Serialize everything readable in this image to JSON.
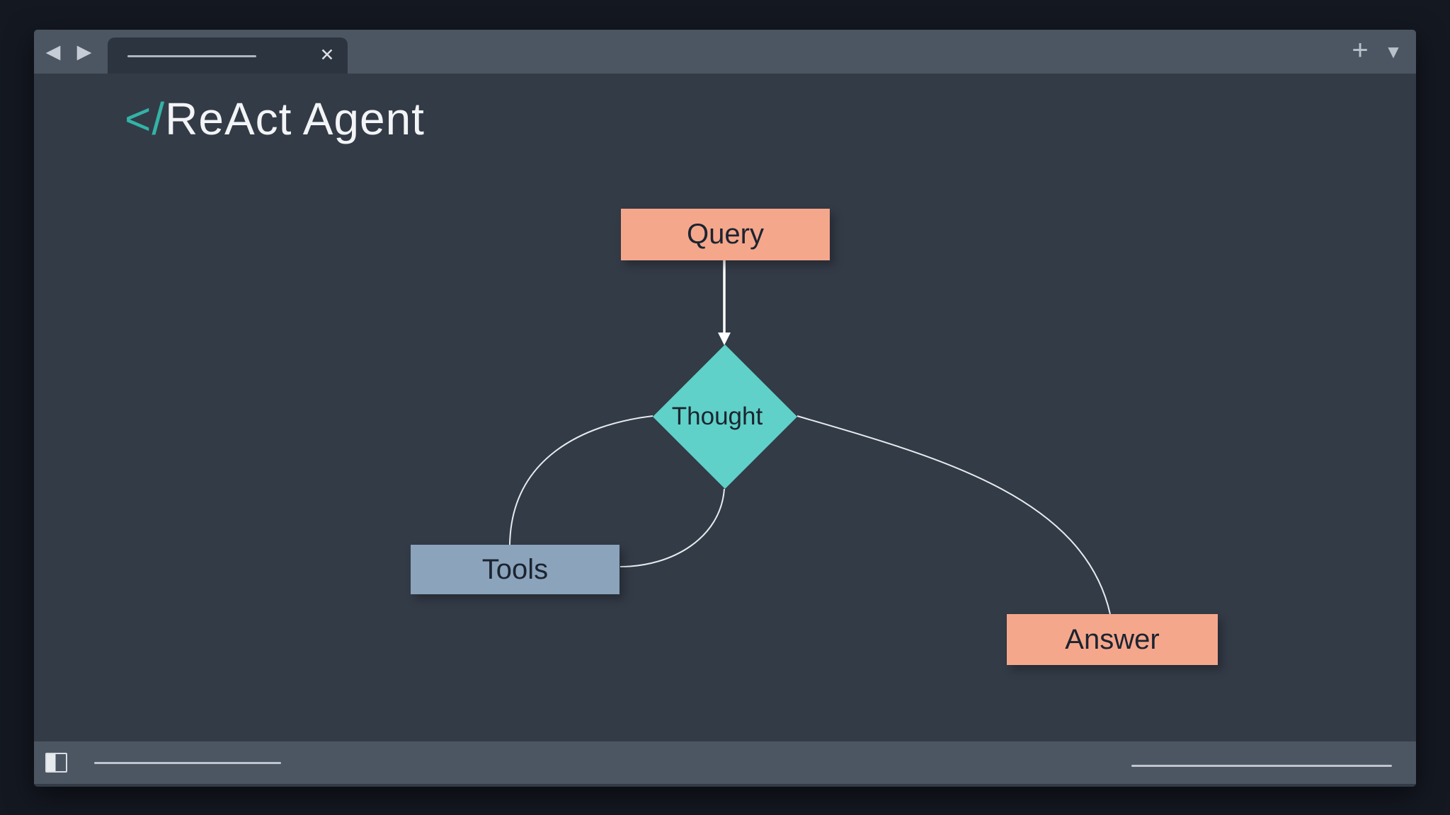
{
  "window": {
    "tab_bar": {
      "back_icon": "◀",
      "forward_icon": "▶",
      "new_tab_icon": "+",
      "menu_icon": "▼",
      "close_icon": "✕"
    }
  },
  "page": {
    "title_prefix": "</",
    "title": "ReAct Agent"
  },
  "diagram": {
    "nodes": {
      "query": {
        "label": "Query",
        "shape": "rect",
        "fill": "#F5A78C"
      },
      "thought": {
        "label": "Thought",
        "shape": "diamond",
        "fill": "#5FD1C8"
      },
      "tools": {
        "label": "Tools",
        "shape": "rect",
        "fill": "#8BA3BB"
      },
      "answer": {
        "label": "Answer",
        "shape": "rect",
        "fill": "#F5A78C"
      }
    },
    "edges": [
      {
        "from": "query",
        "to": "thought",
        "type": "straight-arrow"
      },
      {
        "from": "thought",
        "to": "tools",
        "type": "curve",
        "exit": "left-vertex",
        "enter": "tools-top"
      },
      {
        "from": "thought",
        "to": "tools",
        "type": "curve",
        "exit": "bottom-vertex",
        "enter": "tools-right"
      },
      {
        "from": "thought",
        "to": "answer",
        "type": "curve",
        "exit": "right-vertex",
        "enter": "answer-top"
      }
    ]
  },
  "colors": {
    "background_outer": "#141821",
    "background_content": "#333B47",
    "chrome_bar": "#4C5663",
    "tab_active": "#2C3440",
    "node_salmon": "#F5A78C",
    "node_teal": "#5FD1C8",
    "node_slate": "#8BA3BB",
    "title_accent": "#33B3A6",
    "edge_line": "#E7EBF0",
    "arrow_line": "#FFFFFF",
    "node_text": "#1B2430",
    "title_text": "#F2F4F6"
  }
}
